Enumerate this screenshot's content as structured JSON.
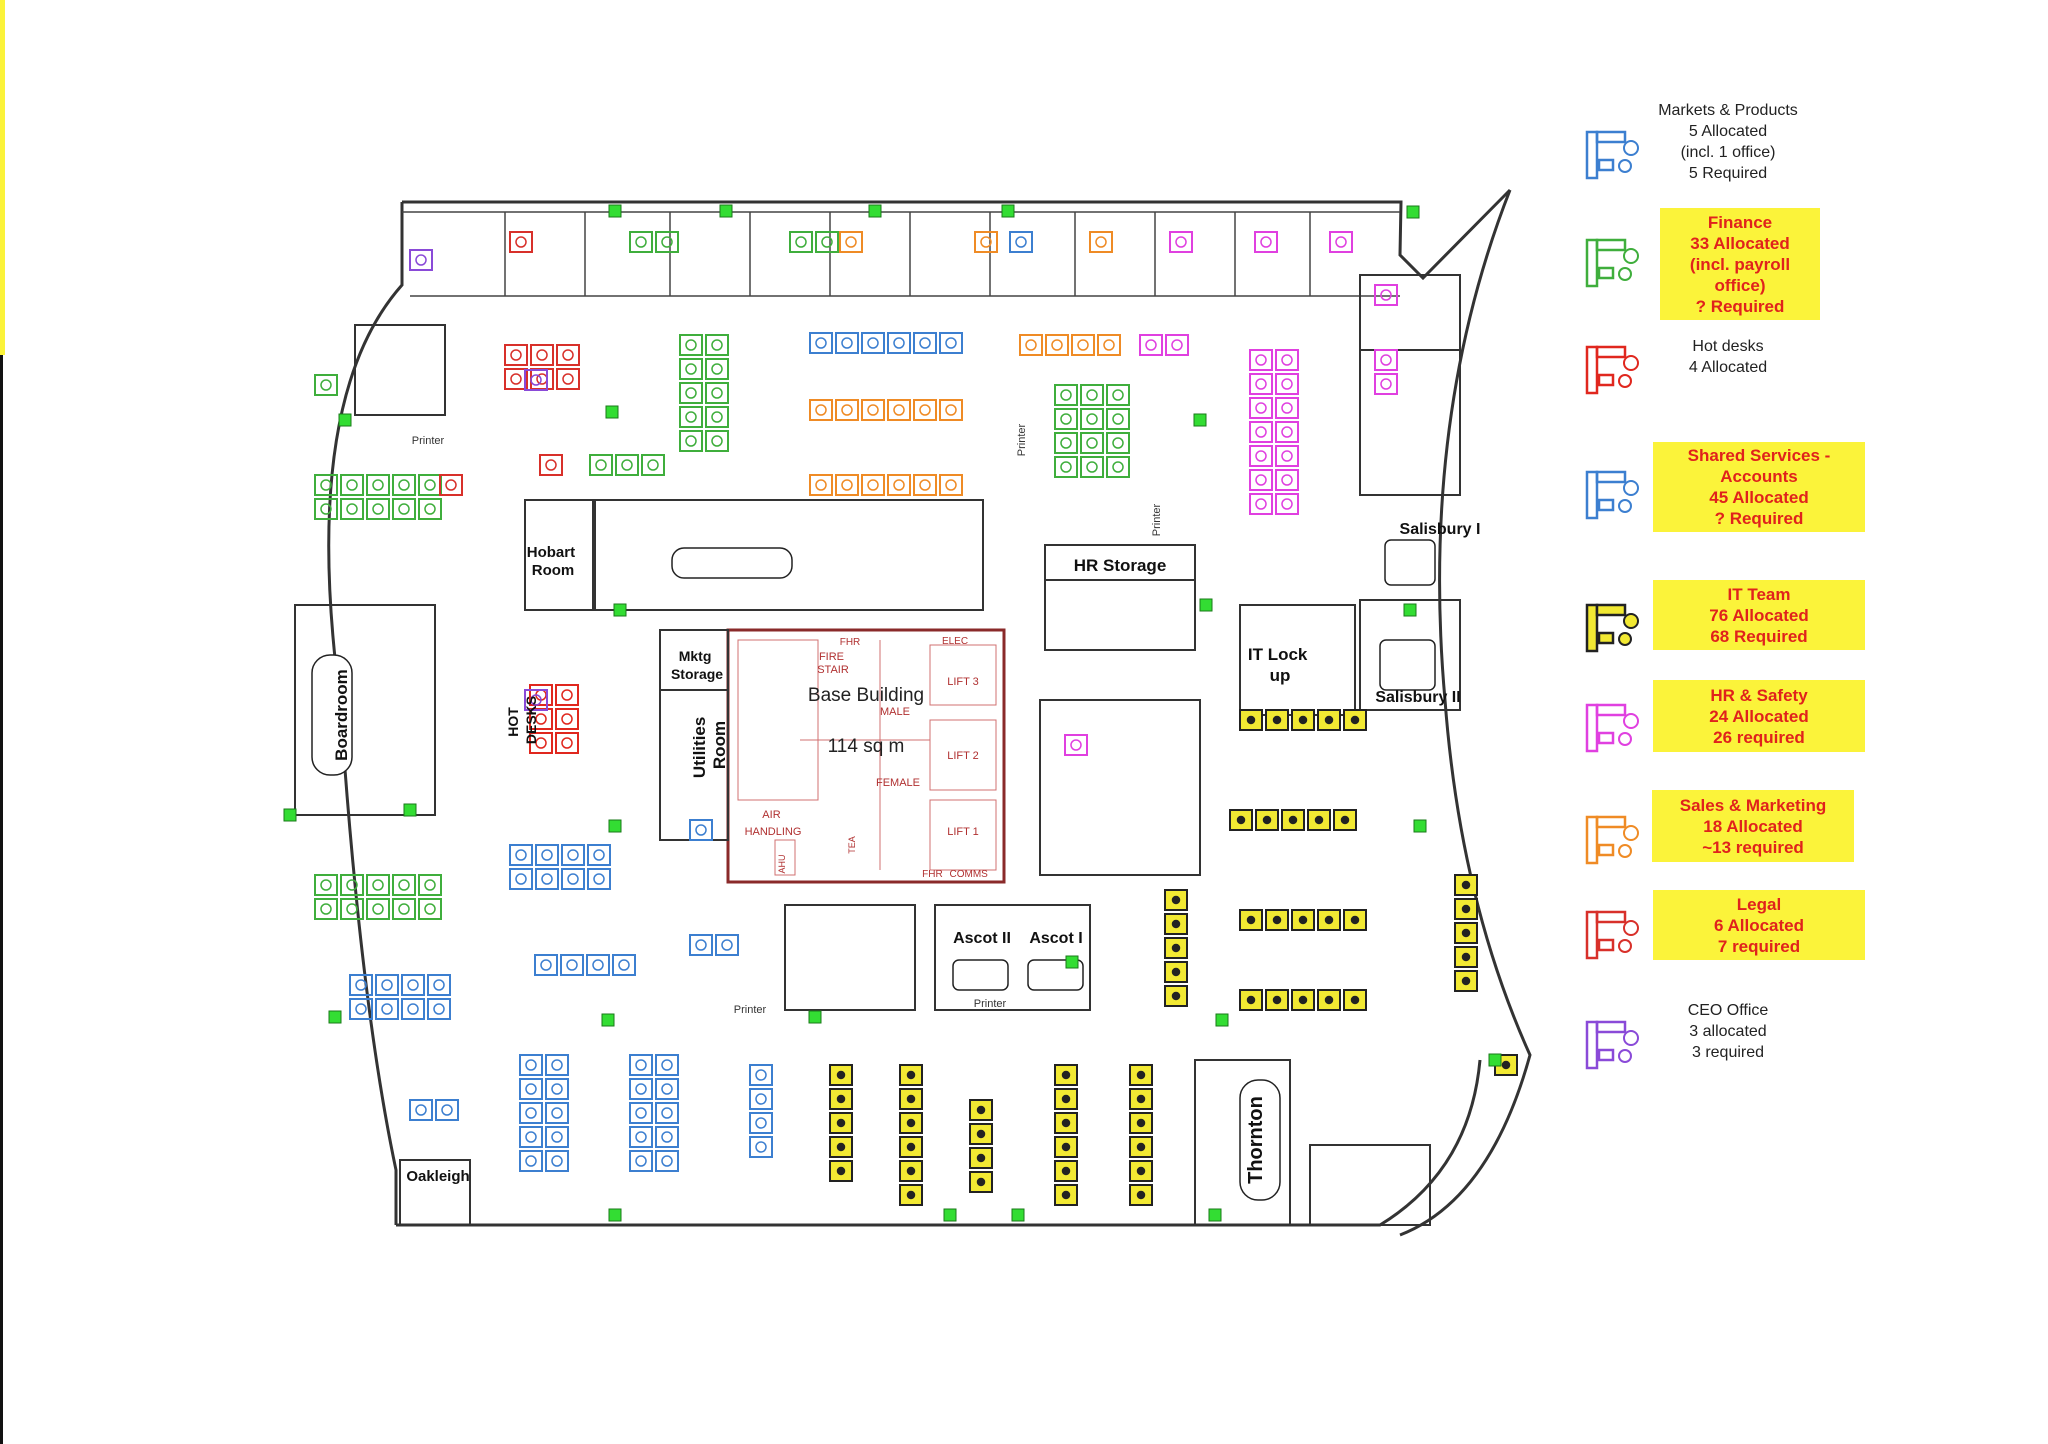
{
  "colors": {
    "markets": "#3c7fd0",
    "finance": "#3fae3c",
    "hot": "#e0271e",
    "shared": "#3c7fd0",
    "it": "#f2e933",
    "hr": "#e040e0",
    "sales": "#ef8b25",
    "legal": "#d8302a",
    "ceo": "#8a4ad8",
    "highlight": "#fbf33a",
    "wall": "#333333",
    "core": "#c23b3b",
    "marker": "#33dd33"
  },
  "legend": [
    {
      "id": "markets",
      "lines": [
        "Markets & Products",
        "5 Allocated",
        "(incl. 1 office)",
        "5 Required"
      ],
      "highlight": false,
      "icon": "desk-cluster-icon"
    },
    {
      "id": "finance",
      "lines": [
        "Finance",
        "33 Allocated",
        "(incl. payroll",
        "office)",
        "? Required"
      ],
      "highlight": true,
      "icon": "desk-cluster-icon"
    },
    {
      "id": "hot",
      "lines": [
        "Hot desks",
        "4 Allocated"
      ],
      "highlight": false,
      "icon": "desk-cluster-icon"
    },
    {
      "id": "shared",
      "lines": [
        "Shared Services -",
        "Accounts",
        "45 Allocated",
        "? Required"
      ],
      "highlight": true,
      "icon": "desk-cluster-icon"
    },
    {
      "id": "it",
      "lines": [
        "IT Team",
        "76 Allocated",
        "68 Required"
      ],
      "highlight": true,
      "icon": "desk-cluster-icon"
    },
    {
      "id": "hr",
      "lines": [
        "HR & Safety",
        "24 Allocated",
        "26 required"
      ],
      "highlight": true,
      "icon": "desk-cluster-icon"
    },
    {
      "id": "sales",
      "lines": [
        "Sales & Marketing",
        "18 Allocated",
        "~13 required"
      ],
      "highlight": true,
      "icon": "desk-cluster-icon"
    },
    {
      "id": "legal",
      "lines": [
        "Legal",
        "6 Allocated",
        "7 required"
      ],
      "highlight": true,
      "icon": "desk-cluster-icon"
    },
    {
      "id": "ceo",
      "lines": [
        "CEO Office",
        "3 allocated",
        "3 required"
      ],
      "highlight": false,
      "icon": "desk-cluster-icon"
    }
  ],
  "rooms": {
    "hobart": [
      "Hobart",
      "Room"
    ],
    "hr_storage": "HR Storage",
    "salisbury1": "Salisbury I",
    "salisbury2": "Salisbury II",
    "it_lockup": [
      "IT Lock",
      "up"
    ],
    "mktg_storage": [
      "Mktg",
      "Storage"
    ],
    "base_building": "Base Building",
    "area": "114 sq m",
    "boardroom": "Boardroom",
    "hot_desks": [
      "HOT",
      "DESKS"
    ],
    "utilities": [
      "Utilities",
      "Room"
    ],
    "ascot2": "Ascot II",
    "ascot1": "Ascot I",
    "thornton": "Thornton",
    "oakleigh": "Oakleigh"
  },
  "core_labels": {
    "fire_stair": [
      "FIRE",
      "STAIR"
    ],
    "fhr1": "FHR",
    "fhr2": "FHR",
    "elec": "ELEC",
    "comms": "COMMS",
    "male": "MALE",
    "female": "FEMALE",
    "air": [
      "AIR",
      "HANDLING"
    ],
    "ahu": "AHU",
    "tea": "TEA",
    "lift1": "LIFT 1",
    "lift2": "LIFT 2",
    "lift3": "LIFT 3"
  },
  "printer_label": "Printer"
}
